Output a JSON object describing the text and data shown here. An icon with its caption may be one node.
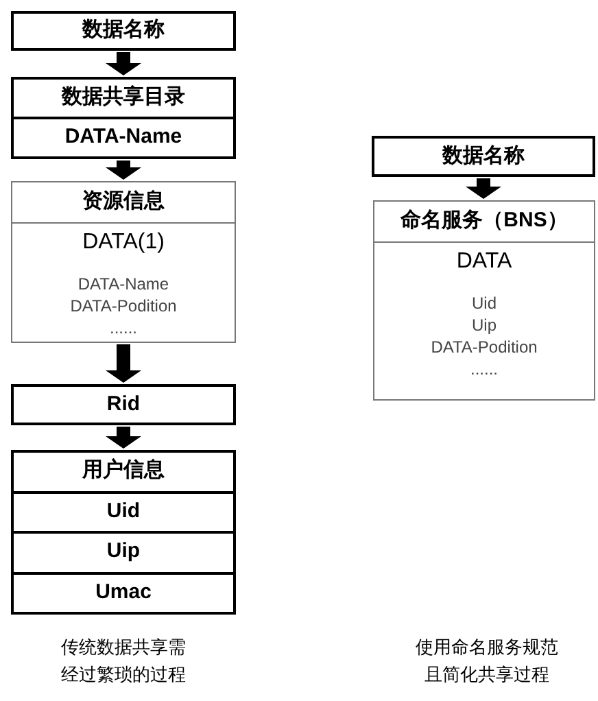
{
  "diagram": {
    "nodes": [
      {
        "text": [
          "数据名称"
        ]
      },
      {
        "text": [
          "数据共享目录",
          "DATA-Name"
        ]
      },
      {
        "text": [
          "资源信息",
          "DATA(1)",
          "DATA-Name",
          "DATA-Podition",
          "......"
        ]
      },
      {
        "text": [
          "Rid"
        ]
      },
      {
        "text": [
          "用户信息",
          "Uid",
          "Uip",
          "Umac"
        ]
      },
      {
        "text": [
          "数据名称"
        ]
      },
      {
        "text": [
          "命名服务（BNS）",
          "DATA",
          "Uid",
          "Uip",
          "DATA-Podition",
          "......"
        ]
      }
    ],
    "edges": [
      {
        "from": 0,
        "to": 1,
        "arrow": "to"
      },
      {
        "from": 1,
        "to": 2,
        "arrow": "to"
      },
      {
        "from": 2,
        "to": 3,
        "arrow": "to"
      },
      {
        "from": 3,
        "to": 4,
        "arrow": "to"
      },
      {
        "from": 5,
        "to": 6,
        "arrow": "to"
      }
    ],
    "labels": [
      "传统数据共享需经过繁琐的过程",
      "使用命名服务规范且简化共享过程"
    ]
  }
}
